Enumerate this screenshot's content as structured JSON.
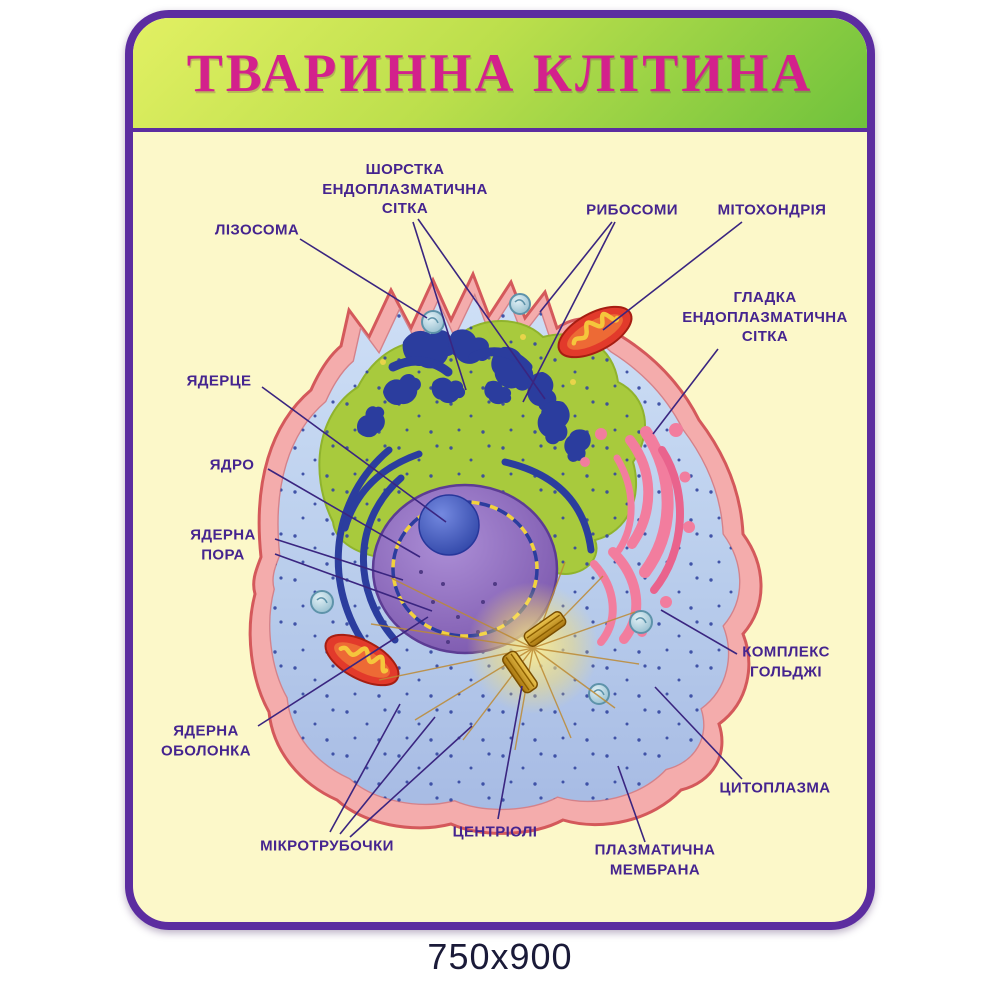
{
  "poster": {
    "title": "ТВАРИННА КЛІТИНА",
    "title_color": "#D3218C",
    "frame_color": "#5C2DA0",
    "background_color": "#FCF8C9",
    "header_gradient": [
      "#E2F063",
      "#6FC23C"
    ],
    "label_color": "#45248F",
    "leader_line_color": "#3A2580"
  },
  "labels": {
    "rough_er": "ШОРСТКА\nЕНДОПЛАЗМАТИЧНА\nСІТКА",
    "ribosomes": "РИБОСОМИ",
    "mitochondria": "МІТОХОНДРІЯ",
    "lysosome": "ЛІЗОСОМА",
    "smooth_er": "ГЛАДКА\nЕНДОПЛАЗМАТИЧНА\nСІТКА",
    "nucleolus": "ЯДЕРЦЕ",
    "nucleus": "ЯДРО",
    "nuclear_pore": "ЯДЕРНА\nПОРА",
    "golgi": "КОМПЛЕКС\nГОЛЬДЖІ",
    "nuclear_envelope": "ЯДЕРНА\nОБОЛОНКА",
    "cytoplasm": "ЦИТОПЛАЗМА",
    "microtubules": "МІКРОТРУБОЧКИ",
    "centrioles": "ЦЕНТРІОЛІ",
    "plasma_membrane": "ПЛАЗМАТИЧНА\nМЕМБРАНА"
  },
  "caption": "750x900"
}
